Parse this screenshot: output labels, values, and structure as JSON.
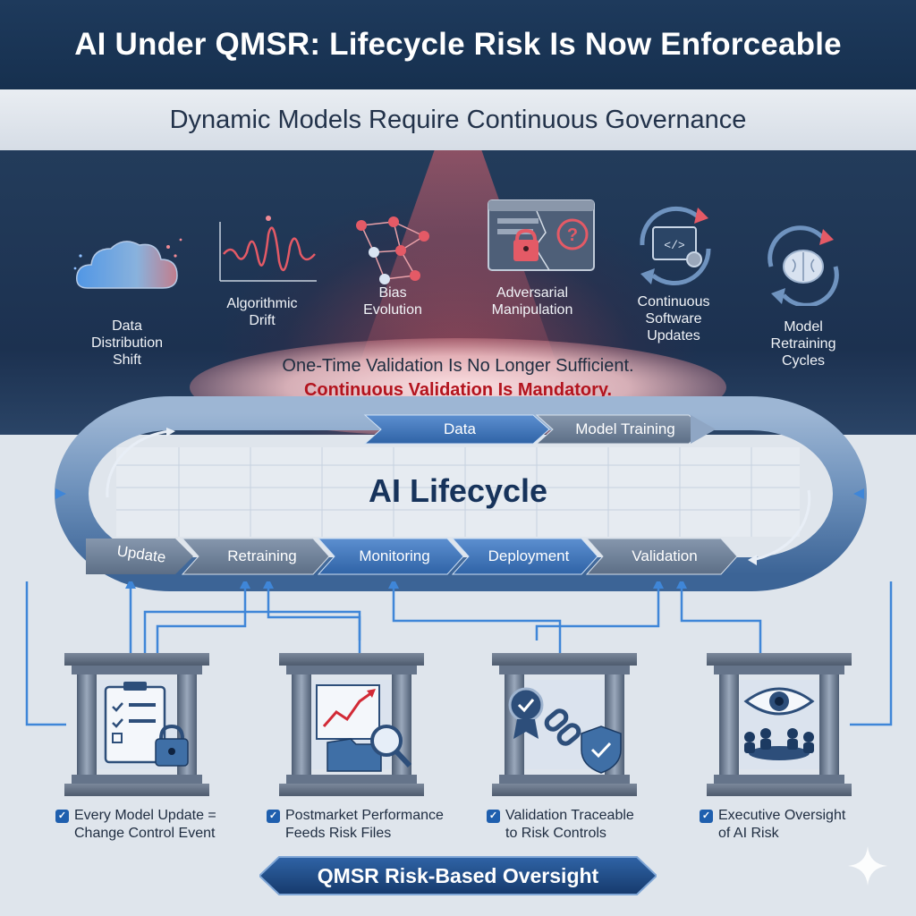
{
  "header": {
    "title": "AI Under QMSR: Lifecycle Risk Is Now Enforceable",
    "subtitle": "Dynamic Models Require Continuous Governance"
  },
  "risks": [
    {
      "label": "Data\nDistribution\nShift",
      "icon": "cloud-icon"
    },
    {
      "label": "Algorithmic\nDrift",
      "icon": "waveform-icon"
    },
    {
      "label": "Bias\nEvolution",
      "icon": "network-icon"
    },
    {
      "label": "Adversarial\nManipulation",
      "icon": "broken-lock-window-icon"
    },
    {
      "label": "Continuous\nSoftware\nUpdates",
      "icon": "code-cycle-icon"
    },
    {
      "label": "Model\nRetraining\nCycles",
      "icon": "brain-cycle-icon"
    }
  ],
  "notice": {
    "line1": "One-Time Validation Is No Longer Sufficient.",
    "line2": "Continuous Validation Is Mandatory."
  },
  "lifecycle": {
    "title": "AI Lifecycle",
    "top_stages": [
      "Data",
      "Model Training"
    ],
    "bottom_stages": [
      "Update",
      "Retraining",
      "Monitoring",
      "Deployment",
      "Validation"
    ]
  },
  "controls": [
    {
      "caption_line1": "Every Model Update =",
      "caption_line2": "Change Control Event",
      "icon": "clipboard-lock-icon"
    },
    {
      "caption_line1": "Postmarket Performance",
      "caption_line2": "Feeds Risk Files",
      "icon": "chart-folder-magnifier-icon"
    },
    {
      "caption_line1": "Validation Traceable",
      "caption_line2": "to Risk Controls",
      "icon": "badge-chain-shield-icon"
    },
    {
      "caption_line1": "Executive Oversight",
      "caption_line2": "of AI Risk",
      "icon": "eye-boardroom-icon"
    }
  ],
  "footer": {
    "banner": "QMSR Risk-Based Oversight"
  },
  "colors": {
    "navy": "#1e3a5c",
    "accent_red": "#b3141e",
    "accent_blue": "#1f5fae",
    "lifecycle_blue": "#3f6fa6"
  }
}
